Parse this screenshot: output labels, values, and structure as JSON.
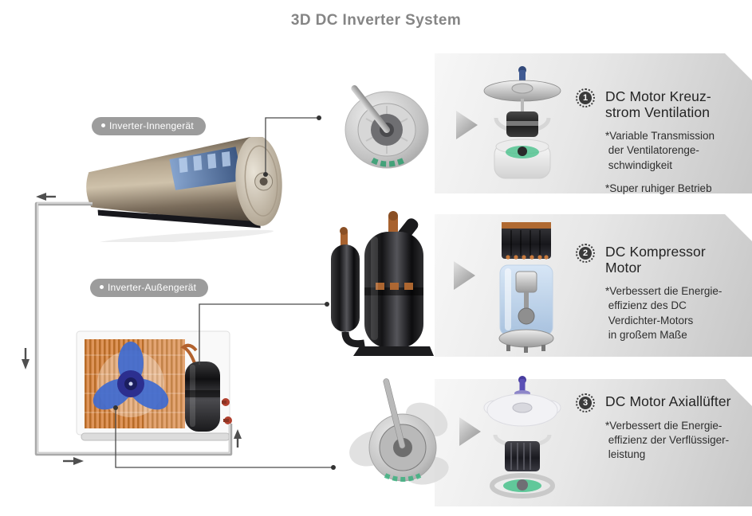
{
  "title": "3D DC Inverter System",
  "units": {
    "indoor": {
      "bullet": "",
      "label": "Inverter-Innengerät"
    },
    "outdoor": {
      "bullet": "",
      "label": "Inverter-Außengerät"
    }
  },
  "features": [
    {
      "number": "1",
      "heading": "DC Motor Kreuz-\nstrom Ventilation",
      "notes": [
        "*Variable Transmission\n der Ventilatorenge-\n schwindigkeit",
        "*Super ruhiger Betrieb"
      ]
    },
    {
      "number": "2",
      "heading": "DC Kompressor\nMotor",
      "notes": [
        "*Verbessert die Energie-\n effizienz des DC\n Verdichter-Motors\n in großem Maße"
      ]
    },
    {
      "number": "3",
      "heading": "DC Motor Axiallüfter",
      "notes": [
        "*Verbessert die Energie-\n effizienz der Verflüssiger-\n leistung"
      ]
    }
  ],
  "colors": {
    "title_text": "#858585",
    "pill_background": "#9c9c9c",
    "pill_text": "#ffffff",
    "band_gradient_light": "#f7f7f7",
    "band_gradient_dark": "#c7c7c7",
    "badge_fill": "#3b3b3b",
    "heading_text": "#242424",
    "note_text": "#2e2e2e",
    "connector_line": "#4a4a4a",
    "pipe": "#a9a9a9",
    "flow_arrow": "#4f4f4f",
    "fan_blue": "#3f6bd1",
    "coil_copper": "#c9722f",
    "glow_green": "#3fbf86"
  }
}
